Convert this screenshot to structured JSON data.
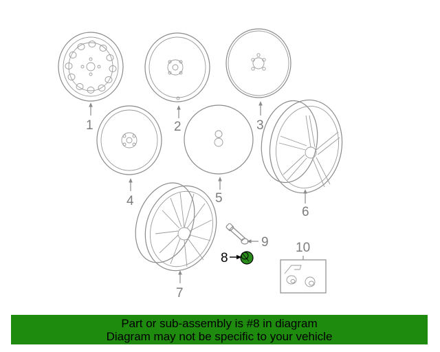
{
  "diagram": {
    "callouts": [
      {
        "id": "1",
        "label": "1"
      },
      {
        "id": "2",
        "label": "2"
      },
      {
        "id": "3",
        "label": "3"
      },
      {
        "id": "4",
        "label": "4"
      },
      {
        "id": "5",
        "label": "5"
      },
      {
        "id": "6",
        "label": "6"
      },
      {
        "id": "7",
        "label": "7"
      },
      {
        "id": "8",
        "label": "8",
        "highlighted": true
      },
      {
        "id": "9",
        "label": "9"
      },
      {
        "id": "10",
        "label": "10"
      }
    ],
    "highlight_color": "#2a8c1a",
    "line_color": "#8a8a8a"
  },
  "banner": {
    "line1": "Part or sub-assembly is #8 in diagram",
    "line2": "Diagram may not be specific to your vehicle",
    "background": "#1e8a0e"
  }
}
